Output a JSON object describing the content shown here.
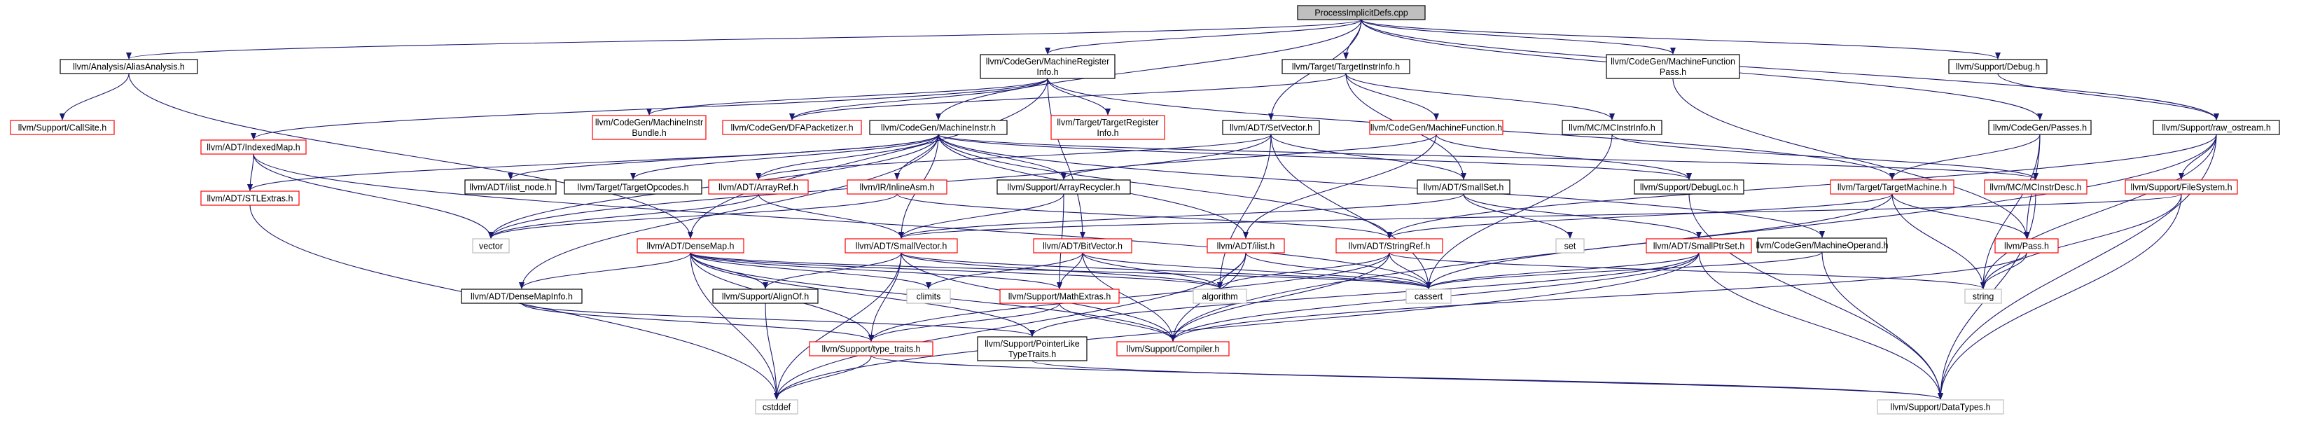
{
  "graph": {
    "title": "ProcessImplicitDefs.cpp",
    "colors": {
      "edge": "#191970",
      "root_fill": "#bfbfbf",
      "node_border": "#000000",
      "linked_border": "#ff0000",
      "missing_border": "#bfbfbf",
      "node_fill": "#ffffff",
      "text": "#000000"
    },
    "nodes": [
      {
        "id": "root",
        "lines": [
          "ProcessImplicitDefs.cpp"
        ],
        "kind": "root"
      },
      {
        "id": "aa",
        "lines": [
          "llvm/Analysis/AliasAnalysis.h"
        ],
        "kind": "normal"
      },
      {
        "id": "callsite",
        "lines": [
          "llvm/Support/CallSite.h"
        ],
        "kind": "linked"
      },
      {
        "id": "mri",
        "lines": [
          "llvm/CodeGen/MachineRegister",
          "Info.h"
        ],
        "kind": "normal"
      },
      {
        "id": "mibundle",
        "lines": [
          "llvm/CodeGen/MachineInstr",
          "Bundle.h"
        ],
        "kind": "linked"
      },
      {
        "id": "dfa",
        "lines": [
          "llvm/CodeGen/DFAPacketizer.h"
        ],
        "kind": "linked"
      },
      {
        "id": "tri",
        "lines": [
          "llvm/Target/TargetRegister",
          "Info.h"
        ],
        "kind": "linked"
      },
      {
        "id": "tii",
        "lines": [
          "llvm/Target/TargetInstrInfo.h"
        ],
        "kind": "normal"
      },
      {
        "id": "mfp",
        "lines": [
          "llvm/CodeGen/MachineFunction",
          "Pass.h"
        ],
        "kind": "normal"
      },
      {
        "id": "debug",
        "lines": [
          "llvm/Support/Debug.h"
        ],
        "kind": "normal"
      },
      {
        "id": "indexedmap",
        "lines": [
          "llvm/ADT/IndexedMap.h"
        ],
        "kind": "linked"
      },
      {
        "id": "stlextras",
        "lines": [
          "llvm/ADT/STLExtras.h"
        ],
        "kind": "linked"
      },
      {
        "id": "mi",
        "lines": [
          "llvm/CodeGen/MachineInstr.h"
        ],
        "kind": "normal"
      },
      {
        "id": "setvector",
        "lines": [
          "llvm/ADT/SetVector.h"
        ],
        "kind": "normal"
      },
      {
        "id": "mf",
        "lines": [
          "llvm/CodeGen/MachineFunction.h"
        ],
        "kind": "linked"
      },
      {
        "id": "mcinstrinfo",
        "lines": [
          "llvm/MC/MCInstrInfo.h"
        ],
        "kind": "normal"
      },
      {
        "id": "passes",
        "lines": [
          "llvm/CodeGen/Passes.h"
        ],
        "kind": "normal"
      },
      {
        "id": "rawostream",
        "lines": [
          "llvm/Support/raw_ostream.h"
        ],
        "kind": "normal"
      },
      {
        "id": "ilistnode",
        "lines": [
          "llvm/ADT/ilist_node.h"
        ],
        "kind": "normal"
      },
      {
        "id": "targetopcodes",
        "lines": [
          "llvm/Target/TargetOpcodes.h"
        ],
        "kind": "normal"
      },
      {
        "id": "arrayref",
        "lines": [
          "llvm/ADT/ArrayRef.h"
        ],
        "kind": "linked"
      },
      {
        "id": "inlineasm",
        "lines": [
          "llvm/IR/InlineAsm.h"
        ],
        "kind": "linked"
      },
      {
        "id": "arrayrecycler",
        "lines": [
          "llvm/Support/ArrayRecycler.h"
        ],
        "kind": "normal"
      },
      {
        "id": "smallset",
        "lines": [
          "llvm/ADT/SmallSet.h"
        ],
        "kind": "normal"
      },
      {
        "id": "debugloc",
        "lines": [
          "llvm/Support/DebugLoc.h"
        ],
        "kind": "normal"
      },
      {
        "id": "targetmachine",
        "lines": [
          "llvm/Target/TargetMachine.h"
        ],
        "kind": "linked"
      },
      {
        "id": "mcinstrdesc",
        "lines": [
          "llvm/MC/MCInstrDesc.h"
        ],
        "kind": "linked"
      },
      {
        "id": "filesystem",
        "lines": [
          "llvm/Support/FileSystem.h"
        ],
        "kind": "linked"
      },
      {
        "id": "vector",
        "lines": [
          "vector"
        ],
        "kind": "missing"
      },
      {
        "id": "densemap",
        "lines": [
          "llvm/ADT/DenseMap.h"
        ],
        "kind": "linked"
      },
      {
        "id": "smallvector",
        "lines": [
          "llvm/ADT/SmallVector.h"
        ],
        "kind": "linked"
      },
      {
        "id": "bitvector",
        "lines": [
          "llvm/ADT/BitVector.h"
        ],
        "kind": "linked"
      },
      {
        "id": "ilist",
        "lines": [
          "llvm/ADT/ilist.h"
        ],
        "kind": "linked"
      },
      {
        "id": "stringref",
        "lines": [
          "llvm/ADT/StringRef.h"
        ],
        "kind": "linked"
      },
      {
        "id": "set",
        "lines": [
          "set"
        ],
        "kind": "missing"
      },
      {
        "id": "smallptrset",
        "lines": [
          "llvm/ADT/SmallPtrSet.h"
        ],
        "kind": "linked"
      },
      {
        "id": "mo",
        "lines": [
          "llvm/CodeGen/MachineOperand.h"
        ],
        "kind": "normal"
      },
      {
        "id": "pass",
        "lines": [
          "llvm/Pass.h"
        ],
        "kind": "linked"
      },
      {
        "id": "densemapinfo",
        "lines": [
          "llvm/ADT/DenseMapInfo.h"
        ],
        "kind": "normal"
      },
      {
        "id": "alignof",
        "lines": [
          "llvm/Support/AlignOf.h"
        ],
        "kind": "normal"
      },
      {
        "id": "climits",
        "lines": [
          "climits"
        ],
        "kind": "missing"
      },
      {
        "id": "mathextras",
        "lines": [
          "llvm/Support/MathExtras.h"
        ],
        "kind": "linked"
      },
      {
        "id": "algorithm",
        "lines": [
          "algorithm"
        ],
        "kind": "missing"
      },
      {
        "id": "cassert",
        "lines": [
          "cassert"
        ],
        "kind": "missing"
      },
      {
        "id": "string",
        "lines": [
          "string"
        ],
        "kind": "missing"
      },
      {
        "id": "typetraits",
        "lines": [
          "llvm/Support/type_traits.h"
        ],
        "kind": "linked"
      },
      {
        "id": "pltt",
        "lines": [
          "llvm/Support/PointerLike",
          "TypeTraits.h"
        ],
        "kind": "normal"
      },
      {
        "id": "compiler",
        "lines": [
          "llvm/Support/Compiler.h"
        ],
        "kind": "linked"
      },
      {
        "id": "cstddef",
        "lines": [
          "cstddef"
        ],
        "kind": "missing"
      },
      {
        "id": "datatypes",
        "lines": [
          "llvm/Support/DataTypes.h"
        ],
        "kind": "missing"
      }
    ],
    "edges": [
      [
        "root",
        "aa"
      ],
      [
        "root",
        "mri"
      ],
      [
        "root",
        "tii"
      ],
      [
        "root",
        "mfp"
      ],
      [
        "root",
        "debug"
      ],
      [
        "root",
        "mi"
      ],
      [
        "root",
        "setvector"
      ],
      [
        "root",
        "passes"
      ],
      [
        "root",
        "rawostream"
      ],
      [
        "aa",
        "callsite"
      ],
      [
        "aa",
        "densemap"
      ],
      [
        "mri",
        "mibundle"
      ],
      [
        "mri",
        "dfa"
      ],
      [
        "mri",
        "tri"
      ],
      [
        "mri",
        "indexedmap"
      ],
      [
        "mri",
        "densemap"
      ],
      [
        "mri",
        "bitvector"
      ],
      [
        "mri",
        "targetmachine"
      ],
      [
        "tii",
        "dfa"
      ],
      [
        "tii",
        "mf"
      ],
      [
        "tii",
        "mcinstrinfo"
      ],
      [
        "tii",
        "smallset"
      ],
      [
        "mfp",
        "pass"
      ],
      [
        "debug",
        "rawostream"
      ],
      [
        "indexedmap",
        "stlextras"
      ],
      [
        "indexedmap",
        "vector"
      ],
      [
        "indexedmap",
        "cassert"
      ],
      [
        "stlextras",
        "cstddef"
      ],
      [
        "mi",
        "ilistnode"
      ],
      [
        "mi",
        "targetopcodes"
      ],
      [
        "mi",
        "arrayref"
      ],
      [
        "mi",
        "inlineasm"
      ],
      [
        "mi",
        "arrayrecycler"
      ],
      [
        "mi",
        "debugloc"
      ],
      [
        "mi",
        "mcinstrdesc"
      ],
      [
        "mi",
        "densemapinfo"
      ],
      [
        "mi",
        "ilist"
      ],
      [
        "mi",
        "stringref"
      ],
      [
        "mi",
        "mo"
      ],
      [
        "mi",
        "stlextras"
      ],
      [
        "mi",
        "vector"
      ],
      [
        "mi",
        "smallvector"
      ],
      [
        "setvector",
        "smallset"
      ],
      [
        "setvector",
        "vector"
      ],
      [
        "setvector",
        "cassert"
      ],
      [
        "setvector",
        "algorithm"
      ],
      [
        "setvector",
        "arrayref"
      ],
      [
        "mf",
        "debugloc"
      ],
      [
        "mf",
        "ilist"
      ],
      [
        "mf",
        "arrayrecycler"
      ],
      [
        "mcinstrinfo",
        "mcinstrdesc"
      ],
      [
        "mcinstrinfo",
        "cassert"
      ],
      [
        "passes",
        "targetmachine"
      ],
      [
        "passes",
        "pass"
      ],
      [
        "passes",
        "string"
      ],
      [
        "rawostream",
        "filesystem"
      ],
      [
        "rawostream",
        "compiler"
      ],
      [
        "rawostream",
        "datatypes"
      ],
      [
        "rawostream",
        "stringref"
      ],
      [
        "rawostream",
        "string"
      ],
      [
        "arrayref",
        "vector"
      ],
      [
        "arrayref",
        "smallvector"
      ],
      [
        "inlineasm",
        "vector"
      ],
      [
        "inlineasm",
        "stringref"
      ],
      [
        "arrayrecycler",
        "smallvector"
      ],
      [
        "arrayrecycler",
        "mathextras"
      ],
      [
        "smallset",
        "smallptrset"
      ],
      [
        "smallset",
        "set"
      ],
      [
        "smallset",
        "smallvector"
      ],
      [
        "debugloc",
        "datatypes"
      ],
      [
        "targetmachine",
        "pass"
      ],
      [
        "targetmachine",
        "stringref"
      ],
      [
        "targetmachine",
        "string"
      ],
      [
        "targetmachine",
        "cassert"
      ],
      [
        "mcinstrdesc",
        "datatypes"
      ],
      [
        "filesystem",
        "datatypes"
      ],
      [
        "filesystem",
        "string"
      ],
      [
        "filesystem",
        "smallvector"
      ],
      [
        "densemap",
        "densemapinfo"
      ],
      [
        "densemap",
        "alignof"
      ],
      [
        "densemap",
        "mathextras"
      ],
      [
        "densemap",
        "pltt"
      ],
      [
        "densemap",
        "typetraits"
      ],
      [
        "densemap",
        "algorithm"
      ],
      [
        "densemap",
        "climits"
      ],
      [
        "densemap",
        "cassert"
      ],
      [
        "densemap",
        "cstddef"
      ],
      [
        "densemap",
        "compiler"
      ],
      [
        "smallvector",
        "alignof"
      ],
      [
        "smallvector",
        "compiler"
      ],
      [
        "smallvector",
        "typetraits"
      ],
      [
        "smallvector",
        "algorithm"
      ],
      [
        "smallvector",
        "cassert"
      ],
      [
        "smallvector",
        "cstddef"
      ],
      [
        "bitvector",
        "climits"
      ],
      [
        "bitvector",
        "mathextras"
      ],
      [
        "bitvector",
        "algorithm"
      ],
      [
        "bitvector",
        "cassert"
      ],
      [
        "bitvector",
        "compiler"
      ],
      [
        "ilist",
        "algorithm"
      ],
      [
        "ilist",
        "cassert"
      ],
      [
        "ilist",
        "cstddef"
      ],
      [
        "ilist",
        "compiler"
      ],
      [
        "stringref",
        "algorithm"
      ],
      [
        "stringref",
        "cassert"
      ],
      [
        "stringref",
        "string"
      ],
      [
        "stringref",
        "compiler"
      ],
      [
        "stringref",
        "typetraits"
      ],
      [
        "smallptrset",
        "cassert"
      ],
      [
        "smallptrset",
        "compiler"
      ],
      [
        "smallptrset",
        "cstddef"
      ],
      [
        "smallptrset",
        "datatypes"
      ],
      [
        "smallptrset",
        "pltt"
      ],
      [
        "mo",
        "cassert"
      ],
      [
        "mo",
        "datatypes"
      ],
      [
        "pass",
        "string"
      ],
      [
        "pass",
        "compiler"
      ],
      [
        "densemapinfo",
        "pltt"
      ],
      [
        "densemapinfo",
        "typetraits"
      ],
      [
        "alignof",
        "cstddef"
      ],
      [
        "mathextras",
        "compiler"
      ],
      [
        "mathextras",
        "typetraits"
      ],
      [
        "typetraits",
        "cstddef"
      ],
      [
        "typetraits",
        "datatypes"
      ],
      [
        "pltt",
        "datatypes"
      ]
    ]
  }
}
